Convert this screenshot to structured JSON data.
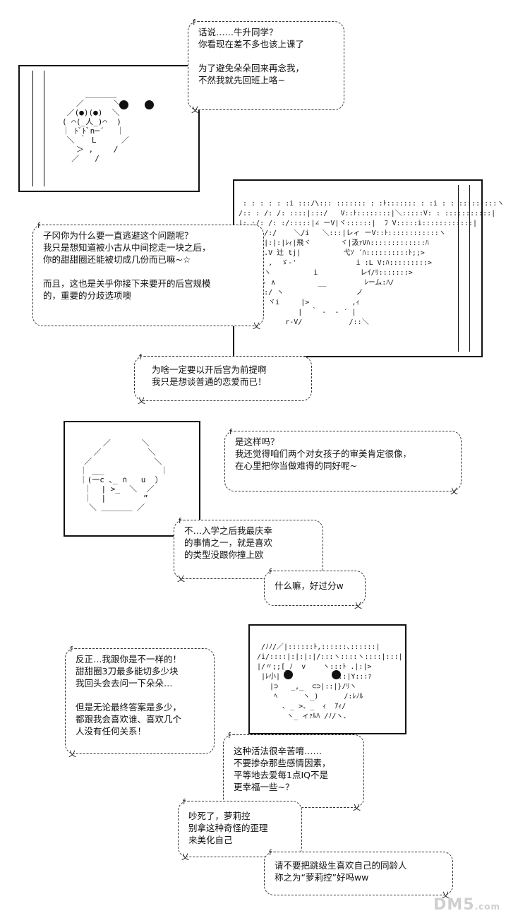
{
  "panels": {
    "p1": {
      "bubble": [
        "话说……牛升同学？",
        "你看现在差不多也该上课了",
        "",
        "为了避免朵朵回来再念我，",
        "不然我就先回班上咯~"
      ]
    },
    "p2": {
      "bubble_left": [
        "子冈你为什么要一直逃避这个问题呢？",
        "我只是想知道被小古从中间挖走一块之后，",
        "你的甜甜圈还能被切成几份而已嘛~☆",
        "",
        "而且，这也是关乎你接下来要开的后宫规模",
        "的，重要的分歧选项噢"
      ],
      "bubble_bottom": [
        "为啥一定要以开后宫为前提啊",
        "我只是想谈普通的恋爱而已！"
      ]
    },
    "p3": {
      "bubble_right": [
        "是这样吗？",
        "我还觉得咱们两个对女孩子的审美肯定很像，",
        "在心里把你当做难得的同好呢~"
      ],
      "bubble_mid": [
        "不…入学之后我最庆幸",
        "的事情之一，就是喜欢",
        "的类型没跟你撞上欧"
      ],
      "bubble_small": [
        "什么嘛，好过分w"
      ]
    },
    "p4": {
      "bubble_left": [
        "反正…我跟你是不一样的！",
        "甜甜圈3刀最多能切多少块",
        "我回头会去问一下朵朵…",
        "",
        "但是无论最终答案是多少，",
        "都跟我会喜欢谁、喜欢几个",
        "人没有任何关系！"
      ],
      "bubble_mid": [
        "这种活法很辛苦唷……",
        "不要掺杂那些感情因素，",
        "平等地去爱每1点IQ不是",
        "更幸福一些~？"
      ],
      "bubble_lower": [
        "吵死了，萝莉控",
        "别拿这种奇怪的歪理",
        "来美化自己"
      ],
      "bubble_last": [
        "请不要把跳级生喜欢自己的同龄人",
        "称之为“萝莉控”好吗ww"
      ]
    }
  },
  "watermark": "DM5",
  "watermark_suffix": ".com"
}
